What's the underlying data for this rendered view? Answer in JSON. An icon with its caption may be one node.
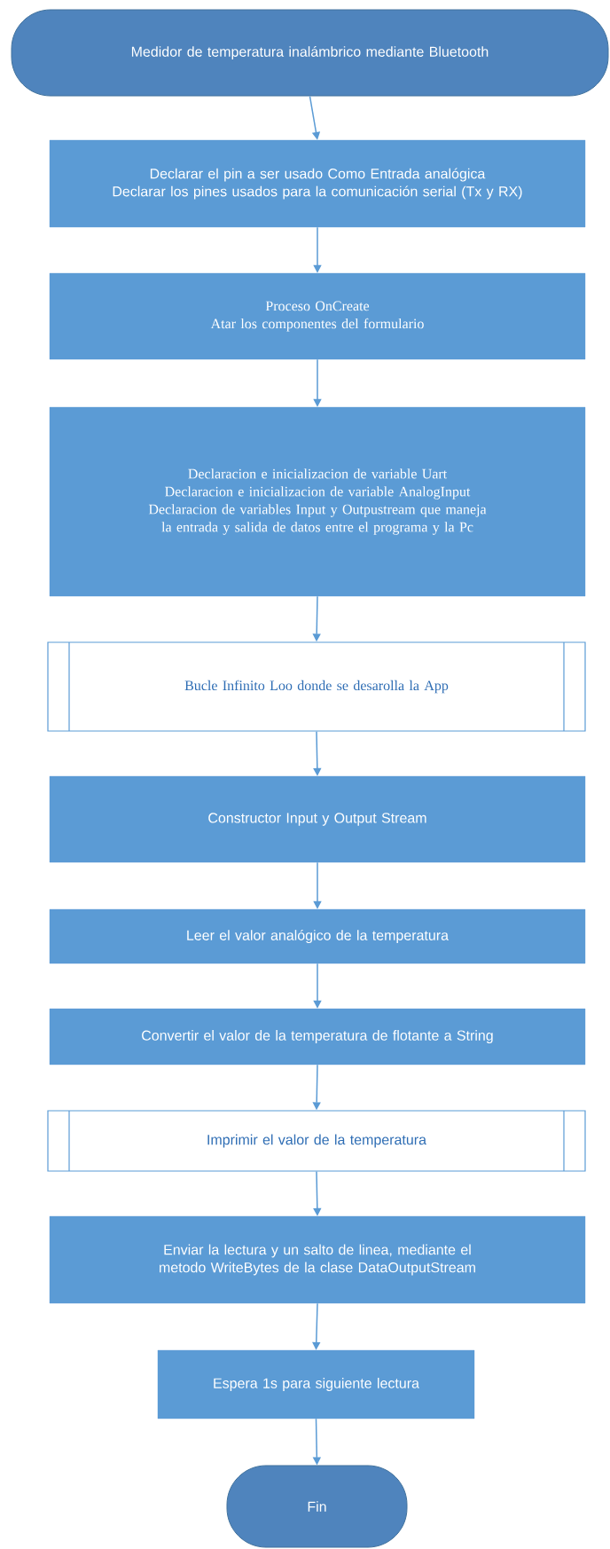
{
  "diagram": {
    "nodes": [
      {
        "text": [
          "Medidor de temperatura inalámbrico mediante Bluetooth"
        ]
      },
      {
        "text": [
          "Declarar el pin a ser usado Como Entrada analógica",
          "Declarar los pines usados para la comunicación serial (Tx y RX)"
        ]
      },
      {
        "text": [
          "Proceso OnCreate",
          "Atar los componentes del formulario"
        ]
      },
      {
        "text": [
          "Declaracion e inicializacion de variable Uart",
          "Declaracion e inicializacion de variable AnalogInput",
          "Declaracion de variables Input y Outpustream que maneja la entrada y salida de datos entre el programa y la Pc"
        ]
      },
      {
        "text": [
          "Bucle Infinito Loo donde se desarolla la App"
        ]
      },
      {
        "text": [
          "Constructor Input y Output Stream"
        ]
      },
      {
        "text": [
          "Leer el valor analógico de la temperatura"
        ]
      },
      {
        "text": [
          "Convertir el valor de la temperatura de flotante a String"
        ]
      },
      {
        "text": [
          "Imprimir el valor de la temperatura"
        ]
      },
      {
        "text": [
          "Enviar la lectura y un salto de linea, mediante el metodo WriteBytes de la clase DataOutputStream"
        ]
      },
      {
        "text": [
          "Espera 1s para siguiente lectura"
        ]
      },
      {
        "text": [
          "Fin"
        ]
      }
    ],
    "edges": [
      {
        "from": 0,
        "to": 1,
        "arrow": "to"
      },
      {
        "from": 1,
        "to": 2,
        "arrow": "to"
      },
      {
        "from": 2,
        "to": 3,
        "arrow": "to"
      },
      {
        "from": 3,
        "to": 4,
        "arrow": "to"
      },
      {
        "from": 4,
        "to": 5,
        "arrow": "to"
      },
      {
        "from": 5,
        "to": 6,
        "arrow": "to"
      },
      {
        "from": 6,
        "to": 7,
        "arrow": "to"
      },
      {
        "from": 7,
        "to": 8,
        "arrow": "to"
      },
      {
        "from": 8,
        "to": 9,
        "arrow": "to"
      },
      {
        "from": 9,
        "to": 10,
        "arrow": "to"
      },
      {
        "from": 10,
        "to": 11,
        "arrow": "to"
      }
    ]
  }
}
